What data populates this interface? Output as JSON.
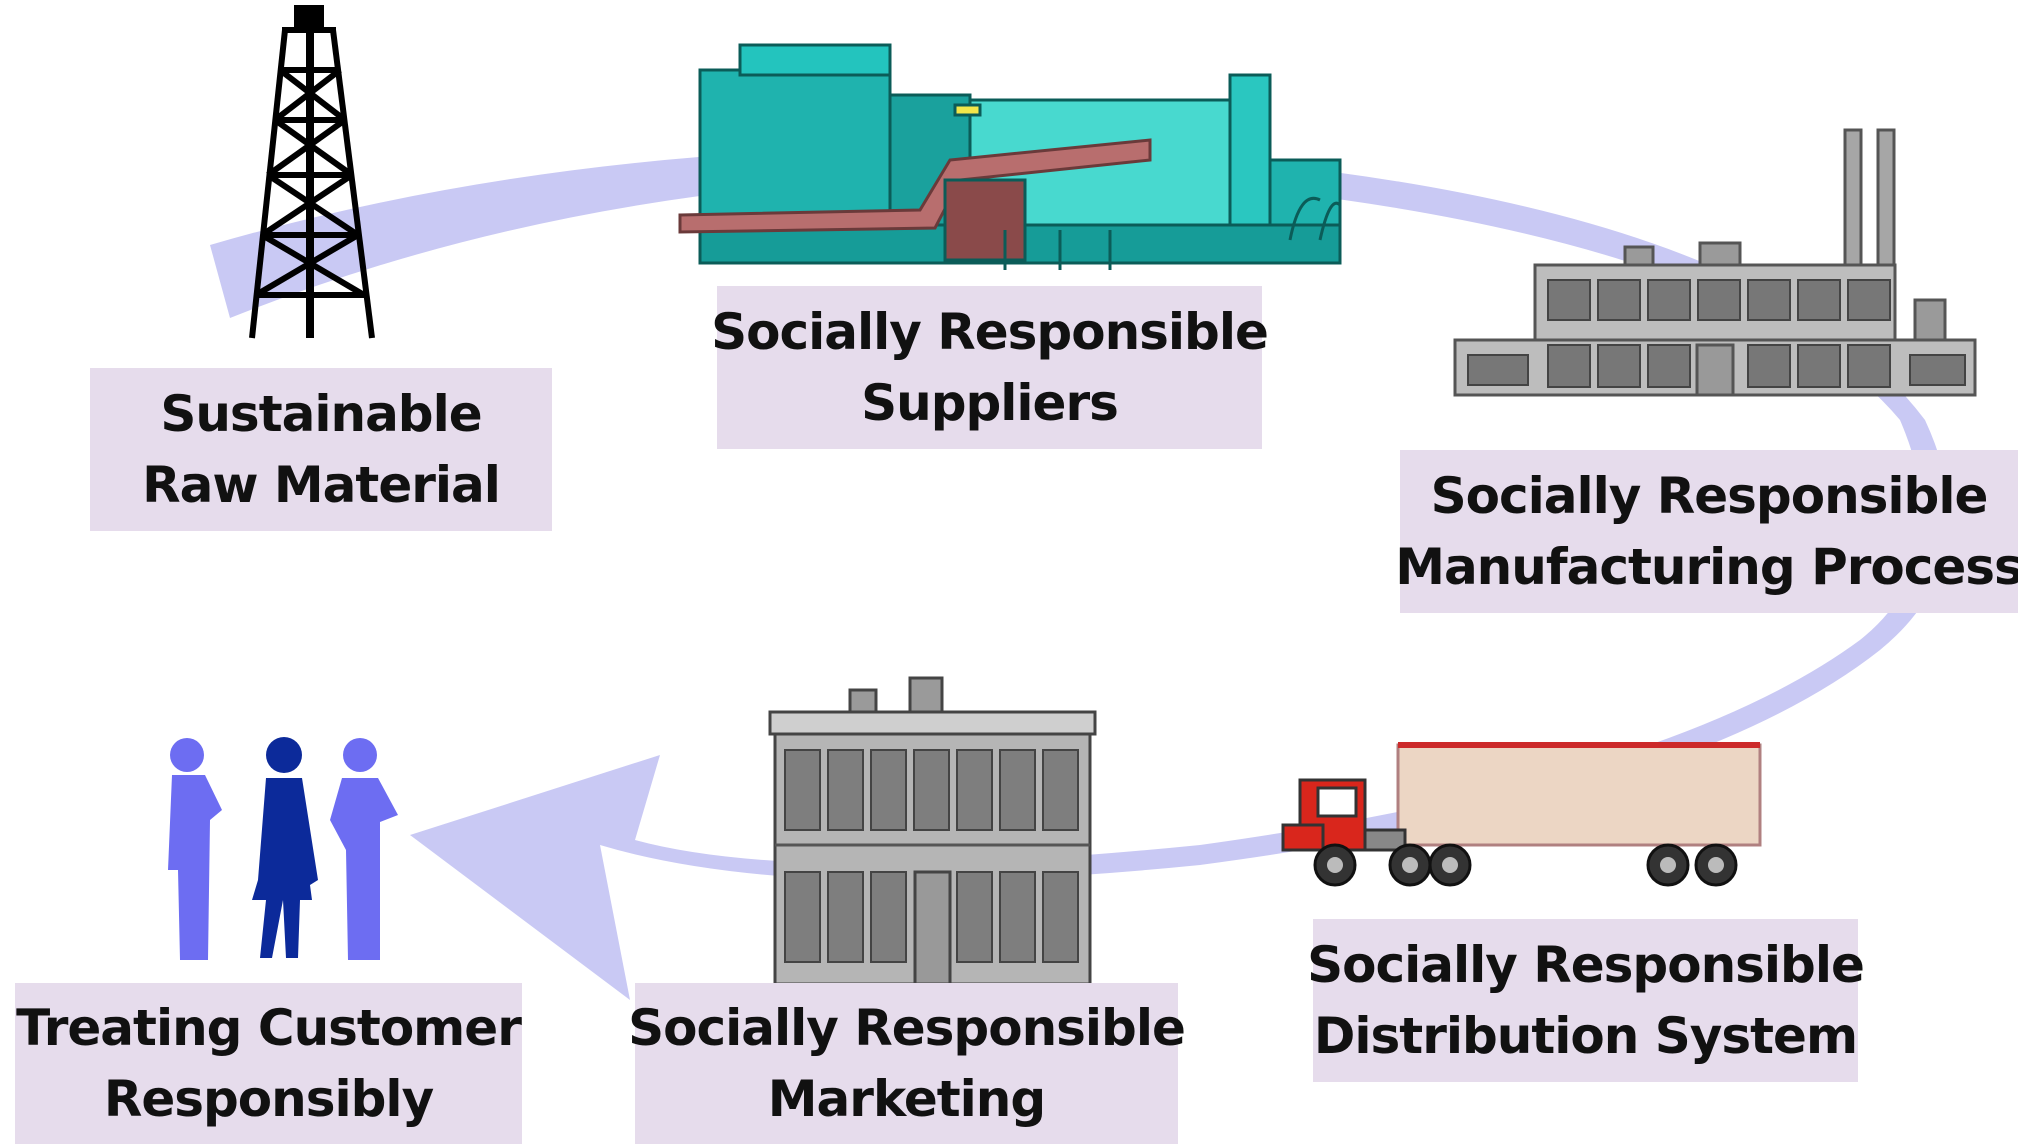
{
  "stages": [
    {
      "id": "raw-material",
      "lines": [
        "Sustainable",
        "Raw Material"
      ],
      "icon": "oil-derrick-icon"
    },
    {
      "id": "suppliers",
      "lines": [
        "Socially Responsible",
        "Suppliers"
      ],
      "icon": "industrial-plant-icon"
    },
    {
      "id": "manufacturing",
      "lines": [
        "Socially Responsible",
        "Manufacturing Process"
      ],
      "icon": "factory-icon"
    },
    {
      "id": "distribution",
      "lines": [
        "Socially Responsible",
        "Distribution System"
      ],
      "icon": "truck-icon"
    },
    {
      "id": "marketing",
      "lines": [
        "Socially Responsible",
        "Marketing"
      ],
      "icon": "store-building-icon"
    },
    {
      "id": "customer",
      "lines": [
        "Treating Customer",
        "Responsibly"
      ],
      "icon": "people-icon"
    }
  ],
  "colors": {
    "flow_arrow": "#c9c9f4",
    "label_background": "#e6dcec",
    "label_text": "#111111",
    "people_light": "#6d6df2",
    "people_dark": "#0c2a9a",
    "plant": "#1fb3ae",
    "building_gray": "#9a9a9a",
    "truck_cab": "#d9261c",
    "trailer": "#ecd6c4"
  }
}
